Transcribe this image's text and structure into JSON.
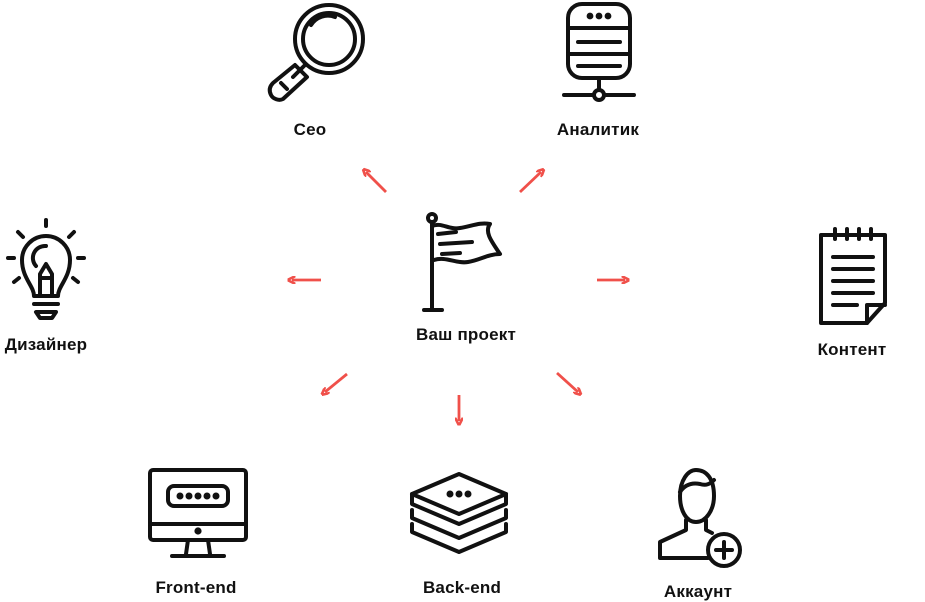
{
  "diagram": {
    "center": {
      "label": "Ваш проект",
      "icon": "flag-icon"
    },
    "nodes": [
      {
        "id": "seo",
        "label": "Сео",
        "icon": "magnifier-icon"
      },
      {
        "id": "analytic",
        "label": "Аналитик",
        "icon": "database-server-icon"
      },
      {
        "id": "designer",
        "label": "Дизайнер",
        "icon": "lightbulb-pencil-icon"
      },
      {
        "id": "content",
        "label": "Контент",
        "icon": "notepad-icon"
      },
      {
        "id": "frontend",
        "label": "Front-end",
        "icon": "monitor-icon"
      },
      {
        "id": "backend",
        "label": "Back-end",
        "icon": "layers-icon"
      },
      {
        "id": "account",
        "label": "Аккаунт",
        "icon": "user-add-icon"
      }
    ]
  },
  "colors": {
    "arrow": "#f0504a",
    "icon_stroke": "#111111",
    "label": "#111111"
  }
}
